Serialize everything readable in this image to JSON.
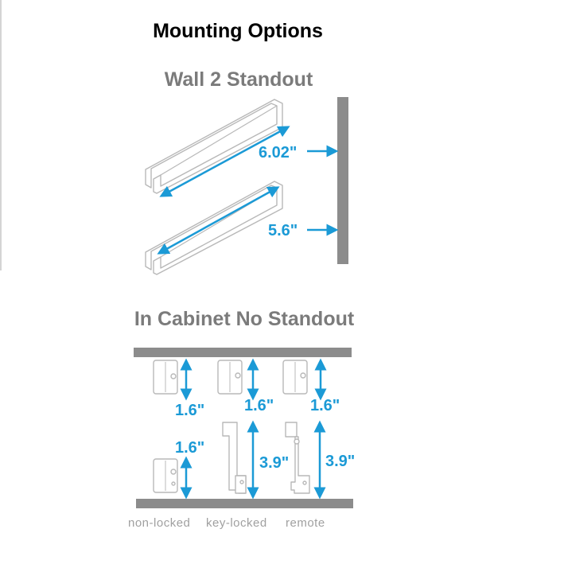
{
  "title": "Mounting Options",
  "wall_section": {
    "heading": "Wall 2 Standout",
    "dimensions": [
      "6.02\"",
      "5.6\""
    ]
  },
  "cabinet_section": {
    "heading": "In Cabinet No Standout",
    "top_row_dimensions": [
      "1.6\"",
      "1.6\"",
      "1.6\""
    ],
    "bottom_row_dimensions": [
      "1.6\"",
      "3.9\"",
      "3.9\""
    ],
    "labels": [
      "non-locked",
      "key-locked",
      "remote"
    ]
  },
  "colors": {
    "accent": "#1b9ad6",
    "bar": "#8c8c8c",
    "heading_gray": "#7b7b7b"
  }
}
